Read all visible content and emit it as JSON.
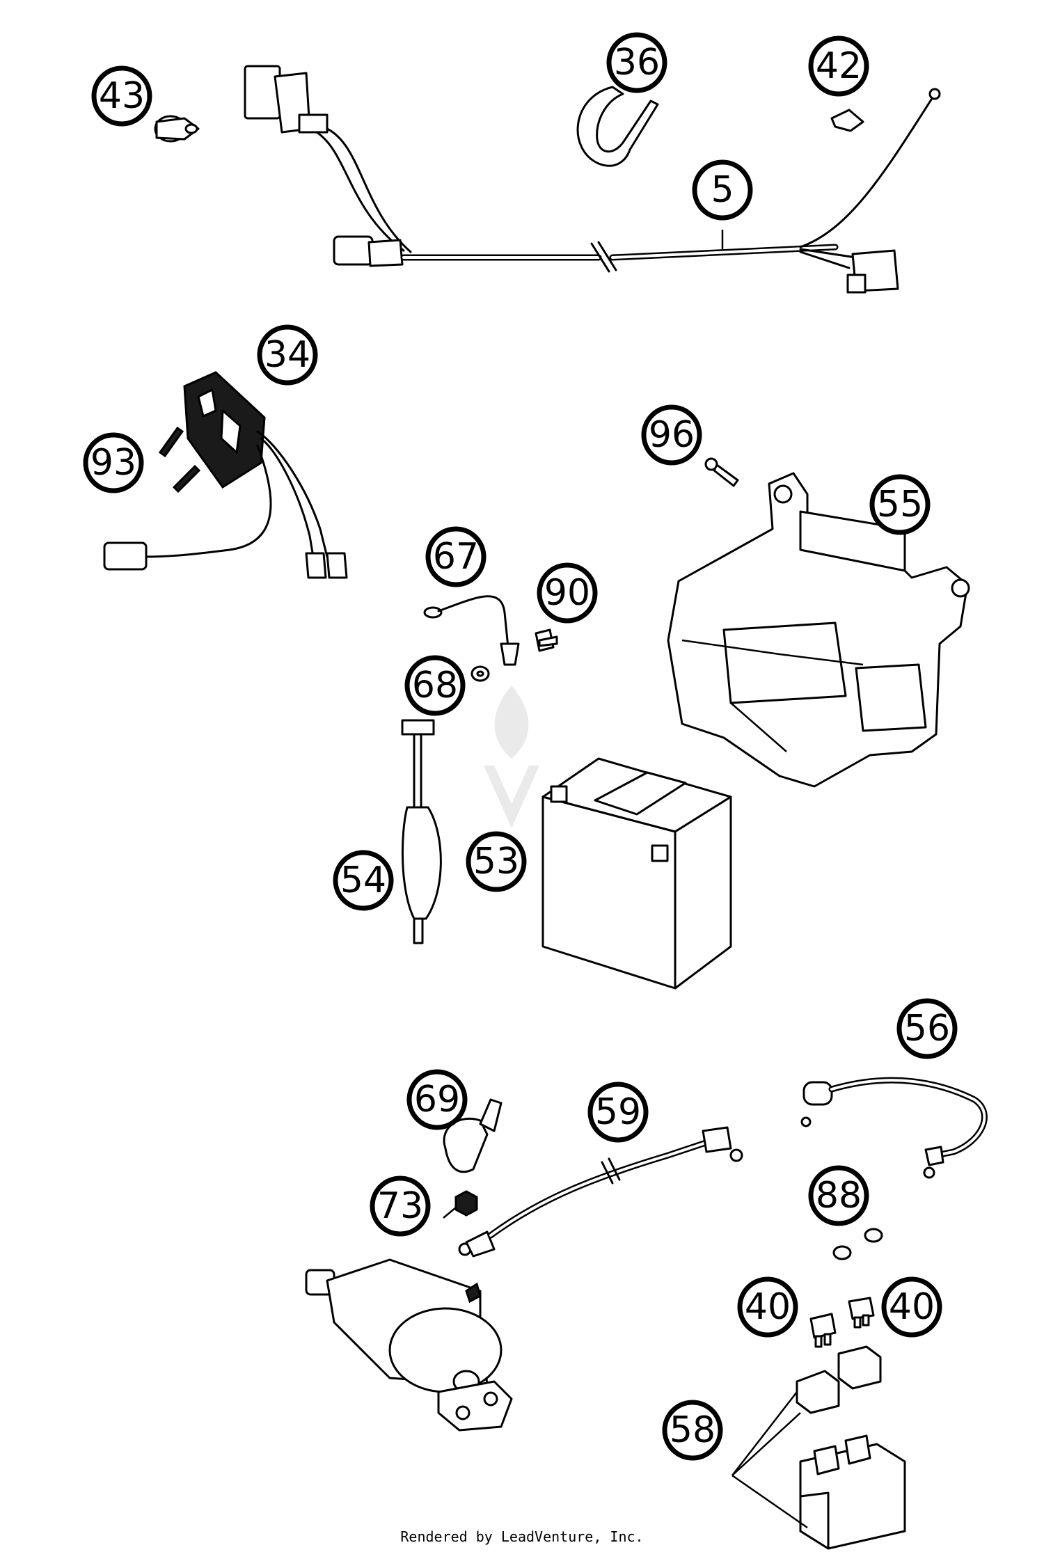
{
  "callouts": [
    {
      "id": "43",
      "label": "43"
    },
    {
      "id": "36",
      "label": "36"
    },
    {
      "id": "42",
      "label": "42"
    },
    {
      "id": "5",
      "label": "5"
    },
    {
      "id": "34",
      "label": "34"
    },
    {
      "id": "93",
      "label": "93"
    },
    {
      "id": "96",
      "label": "96"
    },
    {
      "id": "55",
      "label": "55"
    },
    {
      "id": "67",
      "label": "67"
    },
    {
      "id": "90",
      "label": "90"
    },
    {
      "id": "68",
      "label": "68"
    },
    {
      "id": "54",
      "label": "54"
    },
    {
      "id": "53",
      "label": "53"
    },
    {
      "id": "56",
      "label": "56"
    },
    {
      "id": "69",
      "label": "69"
    },
    {
      "id": "59",
      "label": "59"
    },
    {
      "id": "73",
      "label": "73"
    },
    {
      "id": "88",
      "label": "88"
    },
    {
      "id": "40a",
      "label": "40"
    },
    {
      "id": "40b",
      "label": "40"
    },
    {
      "id": "58",
      "label": "58"
    }
  ],
  "footer": {
    "text": "Rendered by LeadVenture, Inc."
  },
  "colors": {
    "ink": "#000000",
    "paper": "#ffffff",
    "watermark": "#d9d9d9"
  }
}
